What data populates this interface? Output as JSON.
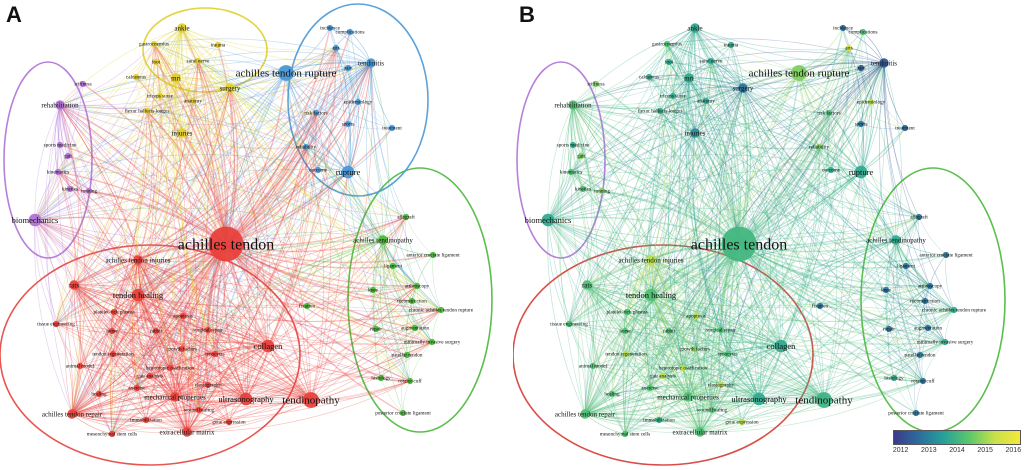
{
  "panels": [
    {
      "letter": "A",
      "color_mode": "cluster"
    },
    {
      "letter": "B",
      "color_mode": "year"
    }
  ],
  "clusters": {
    "red": "#e8413c",
    "green": "#49b83a",
    "blue": "#4a98d6",
    "yellow": "#e0cf2c",
    "purple": "#b072d6"
  },
  "nodes": [
    {
      "id": "achilles tendon",
      "cluster": "red",
      "weight": 10,
      "year": 2014.3
    },
    {
      "id": "achilles tendon rupture",
      "cluster": "blue",
      "weight": 4,
      "year": 2015.0
    },
    {
      "id": "rupture",
      "cluster": "blue",
      "weight": 3,
      "year": 2014.0
    },
    {
      "id": "tendinitis",
      "cluster": "blue",
      "weight": 2,
      "year": 2012.5
    },
    {
      "id": "incidence",
      "cluster": "blue",
      "weight": 1,
      "year": 2013.0
    },
    {
      "id": "complications",
      "cluster": "blue",
      "weight": 1,
      "year": 2014.5
    },
    {
      "id": "arts",
      "cluster": "blue",
      "weight": 1,
      "year": 2016.0
    },
    {
      "id": "pain",
      "cluster": "blue",
      "weight": 1,
      "year": 2012.6
    },
    {
      "id": "epidemiology",
      "cluster": "blue",
      "weight": 1,
      "year": 2015.5
    },
    {
      "id": "risk factors",
      "cluster": "blue",
      "weight": 1,
      "year": 2014.5
    },
    {
      "id": "sports",
      "cluster": "blue",
      "weight": 1,
      "year": 2013.0
    },
    {
      "id": "treatment",
      "cluster": "blue",
      "weight": 1,
      "year": 2012.8
    },
    {
      "id": "reliability",
      "cluster": "blue",
      "weight": 1,
      "year": 2015.0
    },
    {
      "id": "outcome",
      "cluster": "blue",
      "weight": 1,
      "year": 2014.0
    },
    {
      "id": "ankle",
      "cluster": "yellow",
      "weight": 2,
      "year": 2014.0
    },
    {
      "id": "gastrocnemius",
      "cluster": "yellow",
      "weight": 1,
      "year": 2014.5
    },
    {
      "id": "trauma",
      "cluster": "yellow",
      "weight": 1,
      "year": 2014.0
    },
    {
      "id": "foot",
      "cluster": "yellow",
      "weight": 1,
      "year": 2014.0
    },
    {
      "id": "sural nerve",
      "cluster": "yellow",
      "weight": 1,
      "year": 2014.0
    },
    {
      "id": "calcaneus",
      "cluster": "yellow",
      "weight": 1,
      "year": 2014.0
    },
    {
      "id": "mri",
      "cluster": "yellow",
      "weight": 2,
      "year": 2014.0
    },
    {
      "id": "surgery",
      "cluster": "yellow",
      "weight": 2,
      "year": 2013.0
    },
    {
      "id": "triceps surae",
      "cluster": "yellow",
      "weight": 1,
      "year": 2014.0
    },
    {
      "id": "anatomy",
      "cluster": "yellow",
      "weight": 1,
      "year": 2014.0
    },
    {
      "id": "flexor hallucis longus",
      "cluster": "yellow",
      "weight": 1,
      "year": 2014.0
    },
    {
      "id": "injuries",
      "cluster": "yellow",
      "weight": 2,
      "year": 2013.5
    },
    {
      "id": "stiffness",
      "cluster": "purple",
      "weight": 1,
      "year": 2015.0
    },
    {
      "id": "rehabilitation",
      "cluster": "purple",
      "weight": 2,
      "year": 2014.5
    },
    {
      "id": "sports medicine",
      "cluster": "purple",
      "weight": 1,
      "year": 2014.0
    },
    {
      "id": "gait",
      "cluster": "purple",
      "weight": 1,
      "year": 2015.0
    },
    {
      "id": "kinematics",
      "cluster": "purple",
      "weight": 1,
      "year": 2014.5
    },
    {
      "id": "kinetics",
      "cluster": "purple",
      "weight": 1,
      "year": 2014.5
    },
    {
      "id": "running",
      "cluster": "purple",
      "weight": 1,
      "year": 2015.0
    },
    {
      "id": "biomechanics",
      "cluster": "purple",
      "weight": 3,
      "year": 2014.0
    },
    {
      "id": "achilles tendon injuries",
      "cluster": "red",
      "weight": 2,
      "year": 2015.5
    },
    {
      "id": "rats",
      "cluster": "red",
      "weight": 2,
      "year": 2014.5
    },
    {
      "id": "tendon healing",
      "cluster": "red",
      "weight": 3,
      "year": 2014.5
    },
    {
      "id": "platelet-rich plasma",
      "cluster": "red",
      "weight": 1,
      "year": 2014.5
    },
    {
      "id": "apoptosis",
      "cluster": "red",
      "weight": 1,
      "year": 2015.5
    },
    {
      "id": "tissue engineering",
      "cluster": "red",
      "weight": 1,
      "year": 2014.5
    },
    {
      "id": "horse",
      "cluster": "red",
      "weight": 1,
      "year": 2014.5
    },
    {
      "id": "rabbit",
      "cluster": "red",
      "weight": 1,
      "year": 2014.5
    },
    {
      "id": "surgical repair",
      "cluster": "red",
      "weight": 1,
      "year": 2014.5
    },
    {
      "id": "tendon regeneration",
      "cluster": "red",
      "weight": 1,
      "year": 2015.5
    },
    {
      "id": "growth factors",
      "cluster": "red",
      "weight": 1,
      "year": 2015.0
    },
    {
      "id": "tenocytes",
      "cluster": "red",
      "weight": 1,
      "year": 2014.5
    },
    {
      "id": "collagen",
      "cluster": "red",
      "weight": 3,
      "year": 2014.0
    },
    {
      "id": "animal model",
      "cluster": "red",
      "weight": 1,
      "year": 2014.5
    },
    {
      "id": "heterotopic ossification",
      "cluster": "red",
      "weight": 1,
      "year": 2015.5
    },
    {
      "id": "gait analysis",
      "cluster": "red",
      "weight": 1,
      "year": 2015.5
    },
    {
      "id": "healing",
      "cluster": "red",
      "weight": 1,
      "year": 2014.5
    },
    {
      "id": "exercise",
      "cluster": "red",
      "weight": 1,
      "year": 2014.5
    },
    {
      "id": "elastography",
      "cluster": "red",
      "weight": 1,
      "year": 2015.5
    },
    {
      "id": "mechanical properties",
      "cluster": "red",
      "weight": 2,
      "year": 2014.5
    },
    {
      "id": "wound healing",
      "cluster": "red",
      "weight": 1,
      "year": 2014.5
    },
    {
      "id": "ultrasonography",
      "cluster": "red",
      "weight": 3,
      "year": 2014.0
    },
    {
      "id": "tendinopathy",
      "cluster": "red",
      "weight": 4,
      "year": 2014.2
    },
    {
      "id": "achilles tendon repair",
      "cluster": "red",
      "weight": 2,
      "year": 2014.5
    },
    {
      "id": "immobilization",
      "cluster": "red",
      "weight": 1,
      "year": 2014.0
    },
    {
      "id": "gene expression",
      "cluster": "red",
      "weight": 1,
      "year": 2015.5
    },
    {
      "id": "mesenchymal stem cells",
      "cluster": "red",
      "weight": 1,
      "year": 2014.5
    },
    {
      "id": "extracellular matrix",
      "cluster": "red",
      "weight": 2,
      "year": 2014.5
    },
    {
      "id": "achilles tendinopathy",
      "cluster": "green",
      "weight": 2,
      "year": 2014.0
    },
    {
      "id": "allograft",
      "cluster": "green",
      "weight": 1,
      "year": 2013.0
    },
    {
      "id": "anterior cruciate ligament",
      "cluster": "green",
      "weight": 1,
      "year": 2013.0
    },
    {
      "id": "ligament",
      "cluster": "green",
      "weight": 1,
      "year": 2013.0
    },
    {
      "id": "arthroscopy",
      "cluster": "green",
      "weight": 1,
      "year": 2013.0
    },
    {
      "id": "knee",
      "cluster": "green",
      "weight": 1,
      "year": 2013.0
    },
    {
      "id": "reconstruction",
      "cluster": "green",
      "weight": 1,
      "year": 2013.0
    },
    {
      "id": "chronic achilles tendon rupture",
      "cluster": "green",
      "weight": 1,
      "year": 2014.0
    },
    {
      "id": "repair",
      "cluster": "green",
      "weight": 1,
      "year": 2013.0
    },
    {
      "id": "augmentation",
      "cluster": "green",
      "weight": 1,
      "year": 2013.0
    },
    {
      "id": "minimally invasive surgery",
      "cluster": "green",
      "weight": 1,
      "year": 2014.0
    },
    {
      "id": "patellar tendon",
      "cluster": "green",
      "weight": 1,
      "year": 2013.0
    },
    {
      "id": "histology",
      "cluster": "green",
      "weight": 1,
      "year": 2014.0
    },
    {
      "id": "rotator cuff",
      "cluster": "green",
      "weight": 1,
      "year": 2013.0
    },
    {
      "id": "posterior cruciate ligament",
      "cluster": "green",
      "weight": 1,
      "year": 2013.0
    },
    {
      "id": "fixation",
      "cluster": "green",
      "weight": 1,
      "year": 2013.0
    }
  ],
  "colorbar": {
    "ticks": [
      "2012",
      "2013",
      "2014",
      "2015",
      "2016"
    ],
    "min": 2012,
    "max": 2016.5,
    "stops": [
      "#3a3a8c",
      "#2c6e9c",
      "#27a19a",
      "#5cc86a",
      "#c8e04a",
      "#f4e83a"
    ]
  }
}
